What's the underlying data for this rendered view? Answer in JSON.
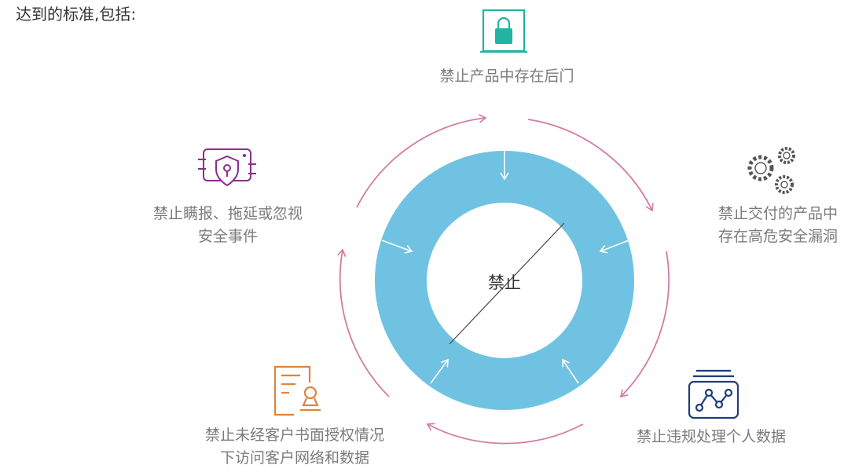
{
  "intro": "达到的标准,包括:",
  "center_label": "禁止",
  "items": [
    {
      "icon": "lock-screen-icon",
      "color": "#22b3a4",
      "lines": [
        "禁止产品中存在后门"
      ]
    },
    {
      "icon": "gears-icon",
      "color": "#555555",
      "lines": [
        "禁止交付的产品中",
        "存在高危安全漏洞"
      ]
    },
    {
      "icon": "data-chart-icon",
      "color": "#1d3e7c",
      "lines": [
        "禁止违规处理个人数据"
      ]
    },
    {
      "icon": "document-stamp-icon",
      "color": "#e0843a",
      "lines": [
        "禁止未经客户书面授权情况",
        "下访问客户网络和数据"
      ]
    },
    {
      "icon": "shield-keyhole-icon",
      "color": "#8a2e8c",
      "lines": [
        "禁止瞒报、拖延或忽视",
        "安全事件"
      ]
    }
  ],
  "colors": {
    "ring": "#70c2e2",
    "cycle-arrows": "#d57aa0",
    "inner-arrows": "#ffffff"
  }
}
